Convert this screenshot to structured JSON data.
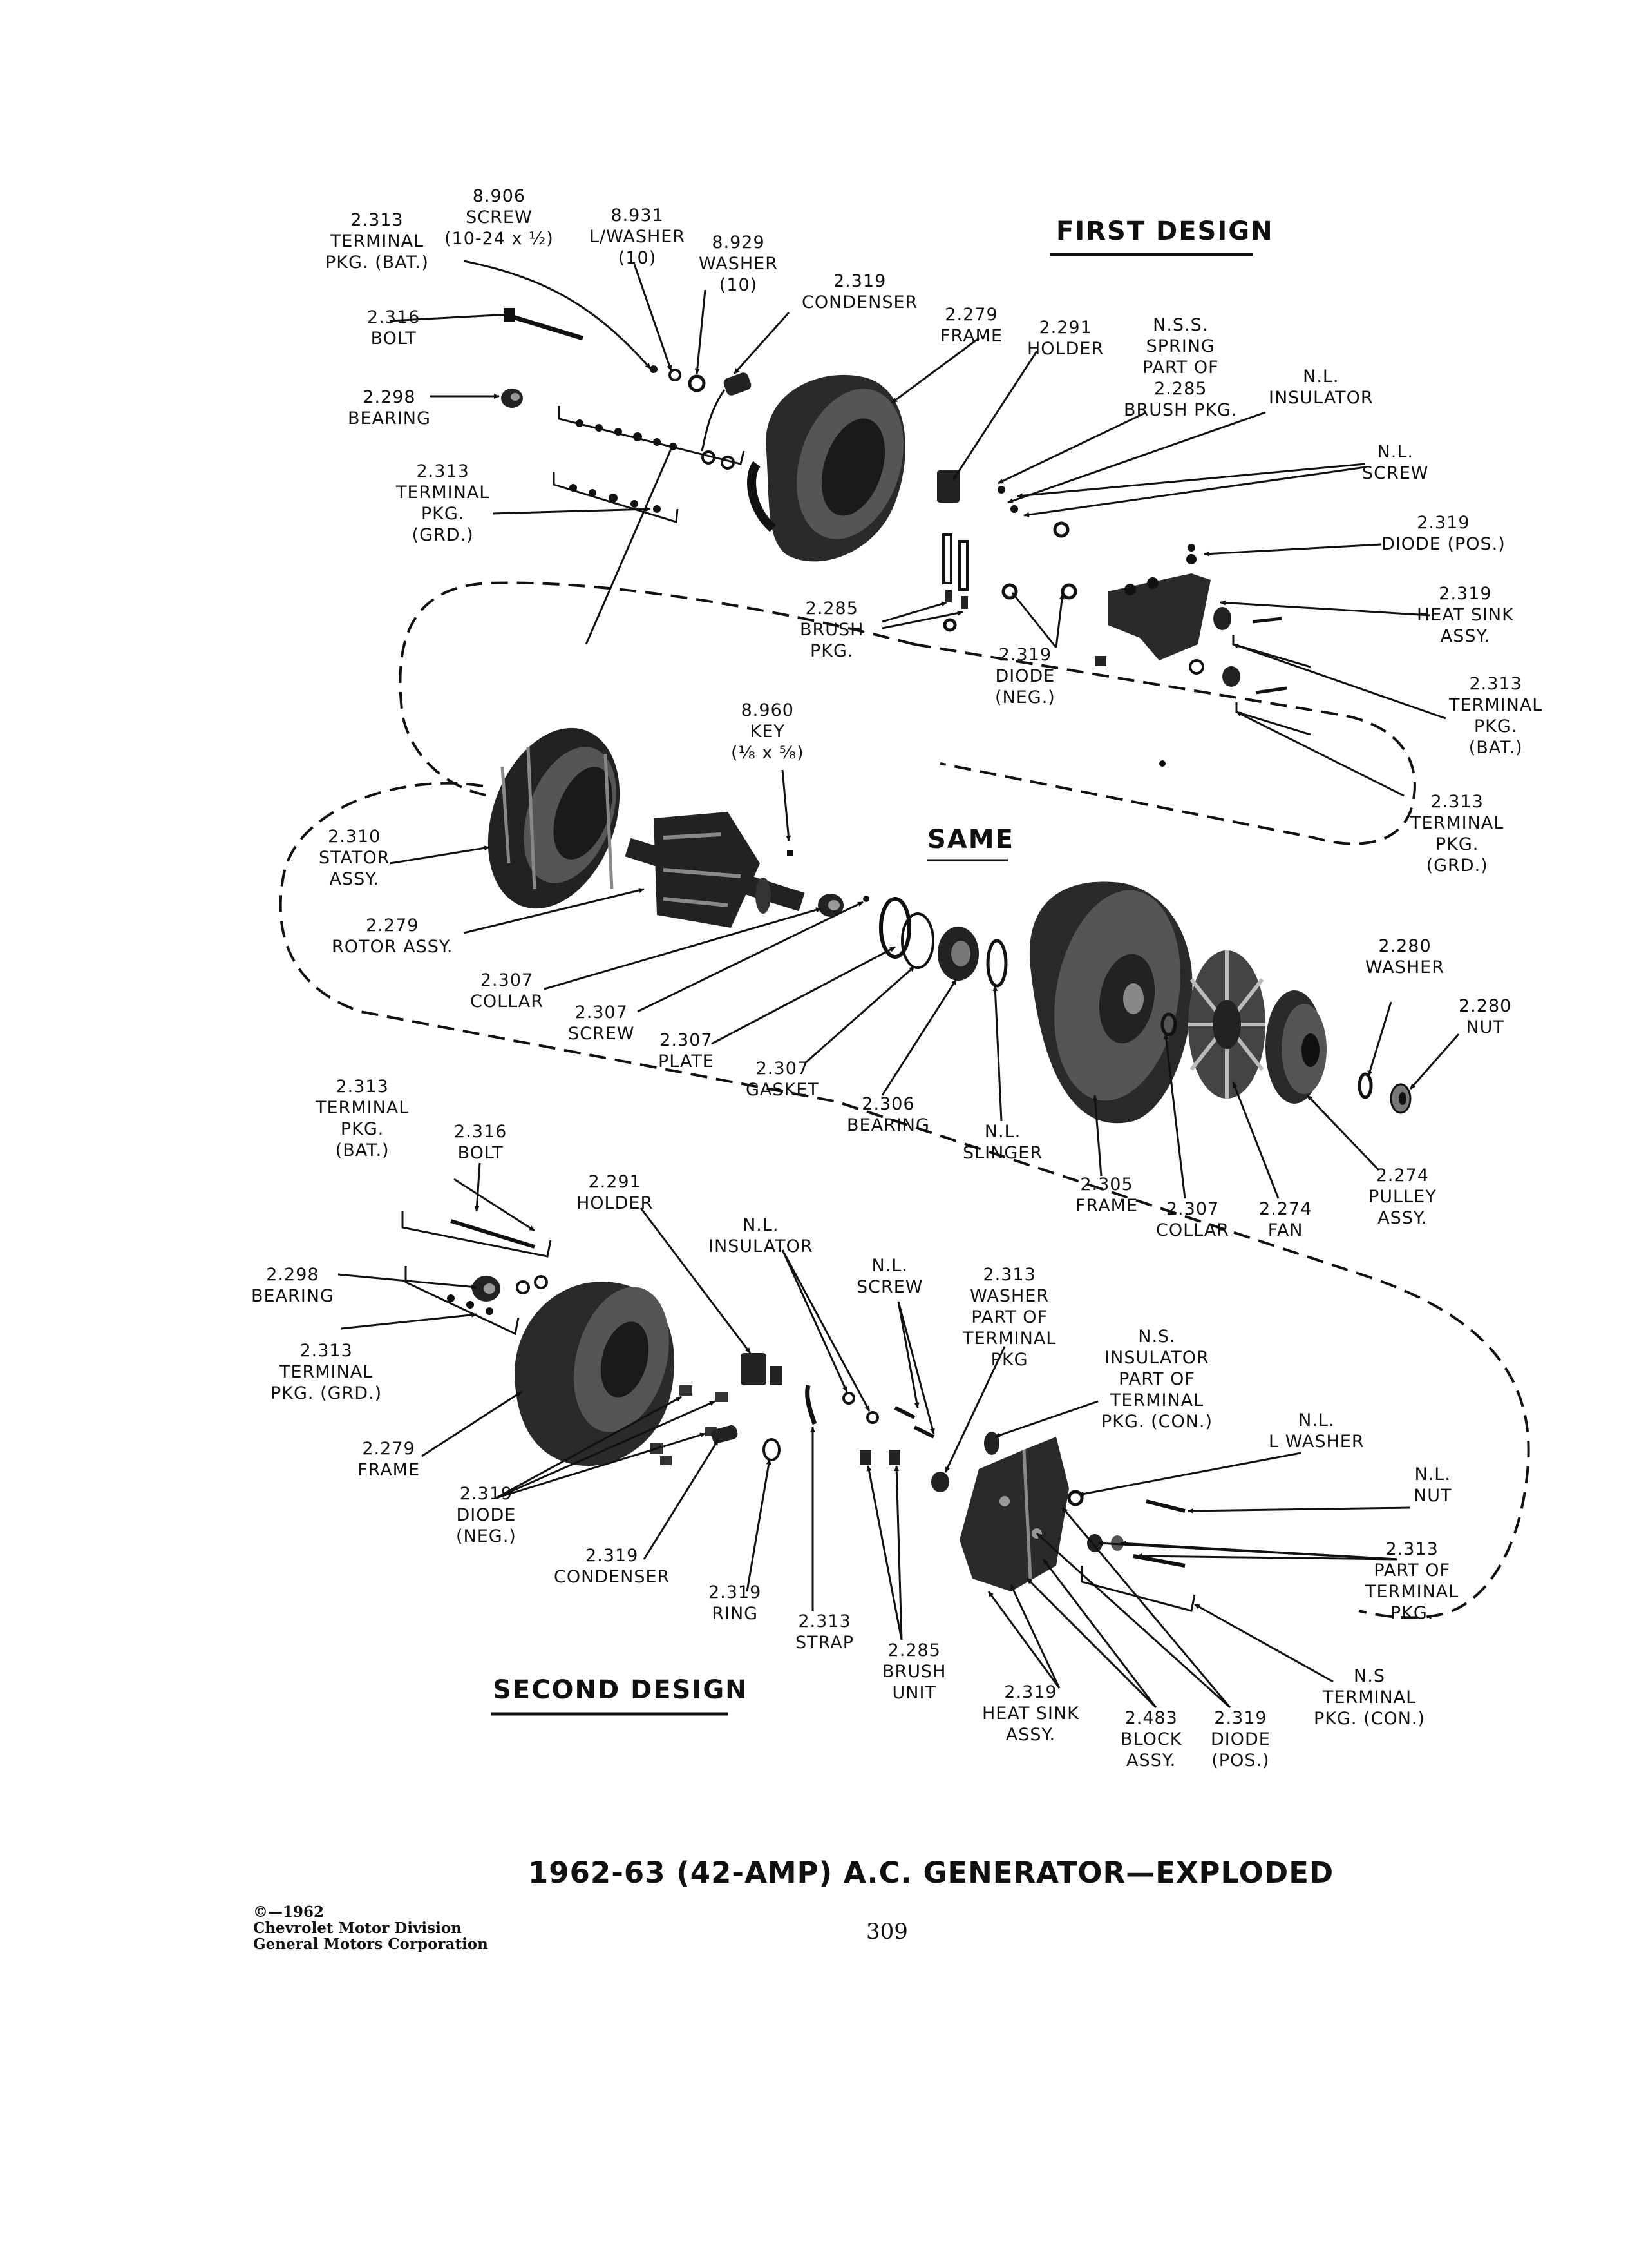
{
  "headings": {
    "first_design": "FIRST DESIGN",
    "same": "SAME",
    "second_design": "SECOND DESIGN"
  },
  "labels": {
    "l_8906_screw": "8.906\nSCREW\n(10-24 x ½)",
    "l_8931_lwasher": "8.931\nL/WASHER\n(10)",
    "l_8929_washer": "8.929\nWASHER\n(10)",
    "l_2313_bat_top": "2.313\nTERMINAL\nPKG. (BAT.)",
    "l_2316_bolt_top": "2.316\nBOLT",
    "l_2298_bearing_top": "2.298\nBEARING",
    "l_2313_grd_top": "2.313\nTERMINAL\nPKG.\n(GRD.)",
    "l_2319_condenser_top": "2.319\nCONDENSER",
    "l_2279_frame_top": "2.279\nFRAME",
    "l_2291_holder_top": "2.291\nHOLDER",
    "l_nss_spring": "N.S.S.\nSPRING\nPART OF\n2.285\nBRUSH PKG.",
    "l_nl_insulator_top": "N.L.\nINSULATOR",
    "l_nl_screw_top": "N.L.\nSCREW",
    "l_2319_diode_pos_top": "2.319\nDIODE (POS.)",
    "l_2319_heatsink_top": "2.319\nHEAT SINK\nASSY.",
    "l_2313_bat_right": "2.313\nTERMINAL\nPKG.\n(BAT.)",
    "l_2313_grd_right": "2.313\nTERMINAL\nPKG.\n(GRD.)",
    "l_2285_brush_top": "2.285\nBRUSH\nPKG.",
    "l_2319_diode_neg_top": "2.319\nDIODE\n(NEG.)",
    "l_8960_key": "8.960\nKEY\n(⅛ x ⅝)",
    "l_2310_stator": "2.310\nSTATOR\nASSY.",
    "l_2279_rotor": "2.279\nROTOR ASSY.",
    "l_2307_collar_left": "2.307\nCOLLAR",
    "l_2307_screw": "2.307\nSCREW",
    "l_2307_plate": "2.307\nPLATE",
    "l_2307_gasket": "2.307\nGASKET",
    "l_2306_bearing": "2.306\nBEARING",
    "l_nl_slinger": "N.L.\nSLINGER",
    "l_2305_frame": "2.305\nFRAME",
    "l_2307_collar_right": "2.307\nCOLLAR",
    "l_2274_fan": "2.274\nFAN",
    "l_2274_pulley": "2.274\nPULLEY\nASSY.",
    "l_2280_washer": "2.280\nWASHER",
    "l_2280_nut": "2.280\nNUT",
    "l_2313_bat_bottom": "2.313\nTERMINAL\nPKG.\n(BAT.)",
    "l_2316_bolt_bottom": "2.316\nBOLT",
    "l_2298_bearing_bottom": "2.298\nBEARING",
    "l_2313_grd_bottom": "2.313\nTERMINAL\nPKG. (GRD.)",
    "l_2279_frame_bottom": "2.279\nFRAME",
    "l_2291_holder_bottom": "2.291\nHOLDER",
    "l_nl_insulator_bottom": "N.L.\nINSULATOR",
    "l_nl_screw_bottom": "N.L.\nSCREW",
    "l_2313_washer": "2.313\nWASHER\nPART OF\nTERMINAL\nPKG",
    "l_ns_insulator": "N.S.\nINSULATOR\nPART OF\nTERMINAL\nPKG. (CON.)",
    "l_nl_lwasher": "N.L.\nL WASHER",
    "l_nl_nut": "N.L.\nNUT",
    "l_2313_part_of": "2.313\nPART OF\nTERMINAL\nPKG.",
    "l_2319_diode_neg_bottom": "2.319\nDIODE\n(NEG.)",
    "l_2319_condenser_bottom": "2.319\nCONDENSER",
    "l_2319_ring": "2.319\nRING",
    "l_2313_strap": "2.313\nSTRAP",
    "l_2285_brush_unit": "2.285\nBRUSH\nUNIT",
    "l_2319_heatsink_bottom": "2.319\nHEAT SINK\nASSY.",
    "l_2483_block": "2.483\nBLOCK\nASSY.",
    "l_2319_diode_pos_bottom": "2.319\nDIODE\n(POS.)",
    "l_ns_terminal_con": "N.S\nTERMINAL\nPKG. (CON.)"
  },
  "title": "1962-63 (42-AMP) A.C. GENERATOR—EXPLODED",
  "copyright": "©—1962\nChevrolet Motor Division\nGeneral Motors Corporation",
  "page_number": "309"
}
